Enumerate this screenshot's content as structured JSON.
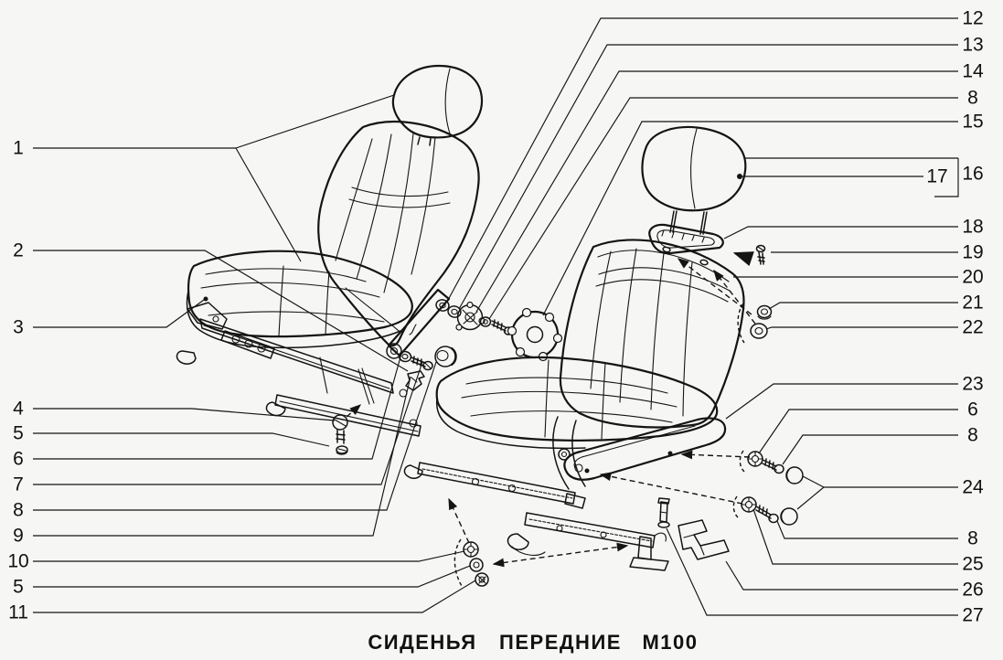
{
  "colors": {
    "background": "#f6f6f4",
    "line": "#141414"
  },
  "caption": {
    "part1": "СИДЕНЬЯ",
    "part2": "ПЕРЕДНИЕ",
    "part3": "М100"
  },
  "callouts": {
    "left": [
      "1",
      "2",
      "3",
      "4",
      "5",
      "6",
      "7",
      "8",
      "9",
      "10",
      "5",
      "11"
    ],
    "right": [
      "12",
      "13",
      "14",
      "8",
      "15",
      "16",
      "17",
      "18",
      "19",
      "20",
      "21",
      "22",
      "23",
      "6",
      "8",
      "24",
      "8",
      "25",
      "26",
      "27"
    ]
  }
}
